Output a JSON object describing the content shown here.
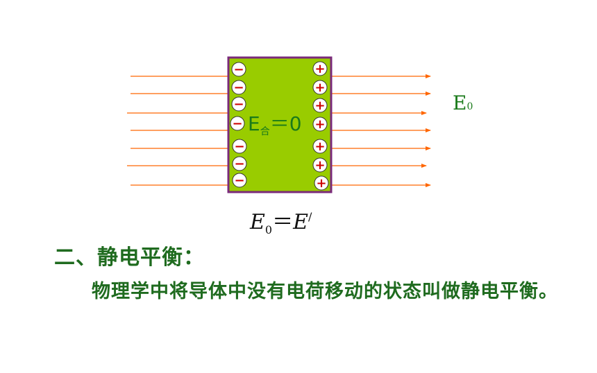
{
  "diagram": {
    "field_label": "E",
    "field_label_sub": "0",
    "inside_label": "E",
    "inside_label_sub": "合",
    "inside_label_rest": "＝0",
    "equation_left": "E",
    "equation_left_sub": "0",
    "equation_eq": "＝",
    "equation_right": "E",
    "equation_right_sup": "/",
    "negative_symbol": "−",
    "positive_symbol": "+",
    "colors": {
      "field_lines": "#ff6600",
      "conductor_fill": "#99cc00",
      "conductor_border": "#7a2a7a",
      "charge_circle": "#ffffff",
      "charge_sign": "#cc0000",
      "label_text": "#1a7a1a"
    }
  },
  "text": {
    "heading": "二、静电平衡：",
    "definition": "物理学中将导体中没有电荷移动的状态叫做静电平衡。"
  }
}
